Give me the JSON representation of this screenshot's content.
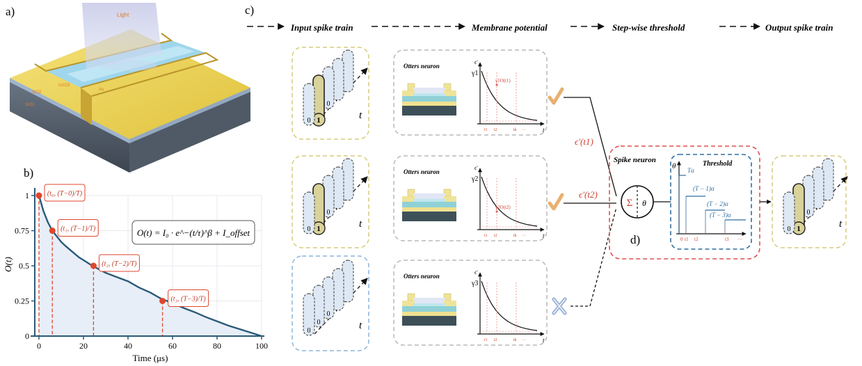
{
  "panels": {
    "a": {
      "label": "a)",
      "light_label": "Light",
      "layers": [
        "In2O3",
        "Au",
        "SiO2",
        "SiO2"
      ]
    },
    "b": {
      "label": "b)",
      "xlabel": "Time (μs)",
      "ylabel": "O(t)",
      "formula": "O(t) = I₀ · e^−(t/τ)^β + I_offset",
      "x_ticks": [
        "0",
        "20",
        "40",
        "60",
        "80",
        "100"
      ],
      "y_ticks": [
        "0",
        "0.25",
        "0.5",
        "0.75",
        "1"
      ],
      "point_labels": [
        "(t₀, (T−0)/T)",
        "(t₁, (T−1)/T)",
        "(t₂, (T−2)/T)",
        "(t₃, (T−3)/T)"
      ]
    },
    "c": {
      "label": "c)",
      "stages": [
        "Input spike train",
        "Membrane potential",
        "Step-wise threshold",
        "Output spike train"
      ],
      "neuron_title": "Otters neuron",
      "gammas": [
        "γ1",
        "γ2",
        "γ3"
      ],
      "axis_eps": "ϵ'",
      "axis_t": "t",
      "curve_labels": [
        "γ1O(t1)",
        "γ2O(t2)"
      ],
      "tick_labels": [
        "t1",
        "t2",
        "tk",
        "···"
      ],
      "spike_zero": "0",
      "spike_one": "1",
      "eps_labels": [
        "ϵ'(t1)",
        "ϵ'(t2)"
      ],
      "spike_neuron_title": "Spike neuron",
      "sum_symbol": "Σ",
      "theta_symbol": "θ",
      "threshold_title": "Threshold",
      "threshold_axis": "θ",
      "threshold_levels": [
        "Tα",
        "(T − 1)α",
        "(T − 2)α",
        "(T − 3)α"
      ],
      "threshold_ticks": [
        "0",
        "t1",
        "t2",
        "t3",
        "···"
      ]
    },
    "d": {
      "label": "d)"
    }
  },
  "chart_data": {
    "type": "line",
    "title": "",
    "xlabel": "Time (μs)",
    "ylabel": "O(t)",
    "xlim": [
      0,
      100
    ],
    "ylim": [
      0,
      1
    ],
    "x_ticks": [
      0,
      20,
      40,
      60,
      80,
      100
    ],
    "y_ticks": [
      0,
      0.25,
      0.5,
      0.75,
      1
    ],
    "grid": true,
    "series": [
      {
        "x": [
          0,
          2,
          4,
          6,
          8,
          10,
          12,
          15,
          18,
          21,
          24,
          27,
          30,
          35,
          40,
          45,
          50,
          55,
          60,
          65,
          70,
          75,
          80,
          85,
          90,
          95,
          100
        ],
        "y": [
          1.0,
          0.89,
          0.81,
          0.75,
          0.71,
          0.67,
          0.64,
          0.6,
          0.56,
          0.53,
          0.5,
          0.475,
          0.45,
          0.42,
          0.39,
          0.345,
          0.31,
          0.265,
          0.235,
          0.2,
          0.17,
          0.135,
          0.105,
          0.075,
          0.05,
          0.025,
          0.0
        ]
      }
    ],
    "points": [
      {
        "x": 0,
        "y": 1.0
      },
      {
        "x": 6,
        "y": 0.75
      },
      {
        "x": 24.5,
        "y": 0.5
      },
      {
        "x": 55.5,
        "y": 0.25
      }
    ]
  },
  "colors": {
    "curve": "#2b5a78",
    "point": "#e0452c",
    "dashed_red": "#e0452c",
    "fill": "#e7eef8",
    "gold": "#f0dc78",
    "olive": "#d4cc88",
    "blue_box": "#8cb4d8",
    "red_box": "#e05050",
    "navy_box": "#2f6ea0"
  }
}
